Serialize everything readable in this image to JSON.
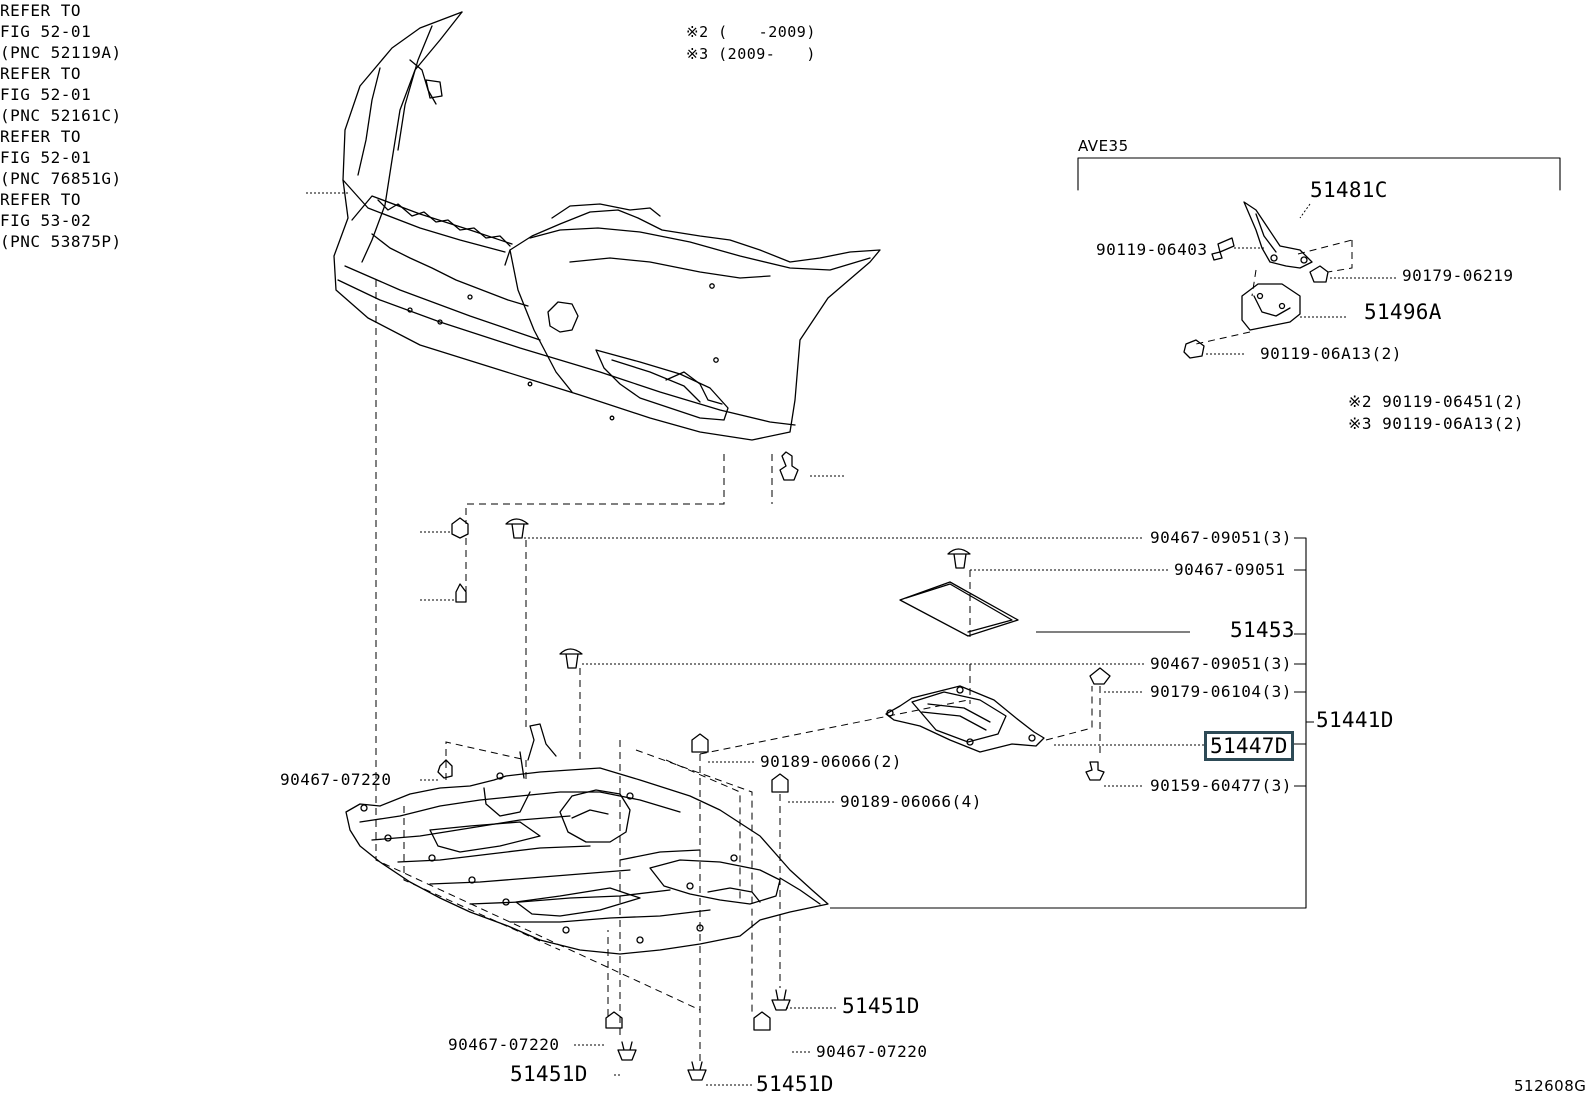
{
  "diagram_id": "512608G",
  "notes": {
    "note2": "※2 (　　-2009)",
    "note3": "※3 (2009-　　)"
  },
  "group": {
    "title": "AVE35",
    "parts": {
      "p51481C": "51481C",
      "p90119_06403": "90119-06403",
      "p90179_06219": "90179-06219",
      "p51496A": "51496A",
      "p90119_06A13_2": "90119-06A13(2)",
      "alt2": "※2 90119-06451(2)",
      "alt3": "※3 90119-06A13(2)"
    }
  },
  "references": {
    "ref1": {
      "line1": "REFER TO",
      "line2": "FIG 52-01",
      "line3": "(PNC 52119A)"
    },
    "ref2": {
      "line1": "REFER TO",
      "line2": "FIG 52-01",
      "line3": "(PNC 52161C)"
    },
    "ref3": {
      "line1": "REFER TO",
      "line2": "FIG 52-01",
      "line3": "(PNC 76851G)"
    },
    "ref4": {
      "line1": "REFER TO",
      "line2": "FIG 53-02",
      "line3": "(PNC 53875P)"
    }
  },
  "parts": {
    "p90467_09051_3a": "90467-09051(3)",
    "p90467_09051": "90467-09051",
    "p51453": "51453",
    "p90467_09051_3b": "90467-09051(3)",
    "p90179_06104_3": "90179-06104(3)",
    "p51441D": "51441D",
    "p51447D": "51447D",
    "p90159_60477_3": "90159-60477(3)",
    "p90189_06066_2": "90189-06066(2)",
    "p90189_06066_4": "90189-06066(4)",
    "p90467_07220_a": "90467-07220",
    "p90467_07220_b": "90467-07220",
    "p90467_07220_c": "90467-07220",
    "p51451D_a": "51451D",
    "p51451D_b": "51451D",
    "p51451D_c": "51451D"
  },
  "colors": {
    "line": "#000000",
    "highlight": "#2d4a56",
    "background": "#ffffff"
  }
}
